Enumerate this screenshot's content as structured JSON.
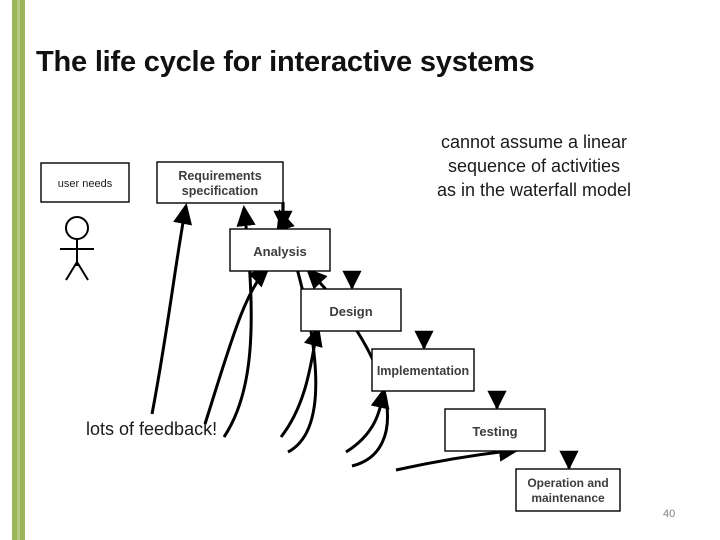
{
  "slide": {
    "title": "The life cycle for interactive systems",
    "slide_number": "40",
    "accent_color": "#9ab557",
    "annotations": {
      "right_note_lines": [
        "cannot assume a linear",
        "sequence of activities",
        "as in the waterfall model"
      ],
      "feedback_note": "lots of feedback!"
    }
  },
  "diagram": {
    "type": "flow",
    "actor_label": "user needs",
    "nodes": [
      {
        "id": "requirements",
        "lines": [
          "Requirements",
          "specification"
        ]
      },
      {
        "id": "analysis",
        "lines": [
          "Analysis"
        ]
      },
      {
        "id": "design",
        "lines": [
          "Design"
        ]
      },
      {
        "id": "implementation",
        "lines": [
          "Implementation"
        ]
      },
      {
        "id": "testing",
        "lines": [
          "Testing"
        ]
      },
      {
        "id": "operation",
        "lines": [
          "Operation and",
          "maintenance"
        ]
      }
    ],
    "forward_flow": [
      "requirements -> analysis",
      "analysis -> design",
      "design -> implementation",
      "implementation -> testing",
      "testing -> operation"
    ],
    "feedback_flow": [
      "analysis -> requirements",
      "design -> requirements",
      "design -> analysis",
      "implementation -> requirements",
      "testing -> requirements",
      "testing -> analysis",
      "operation -> requirements",
      "operation -> design"
    ]
  }
}
